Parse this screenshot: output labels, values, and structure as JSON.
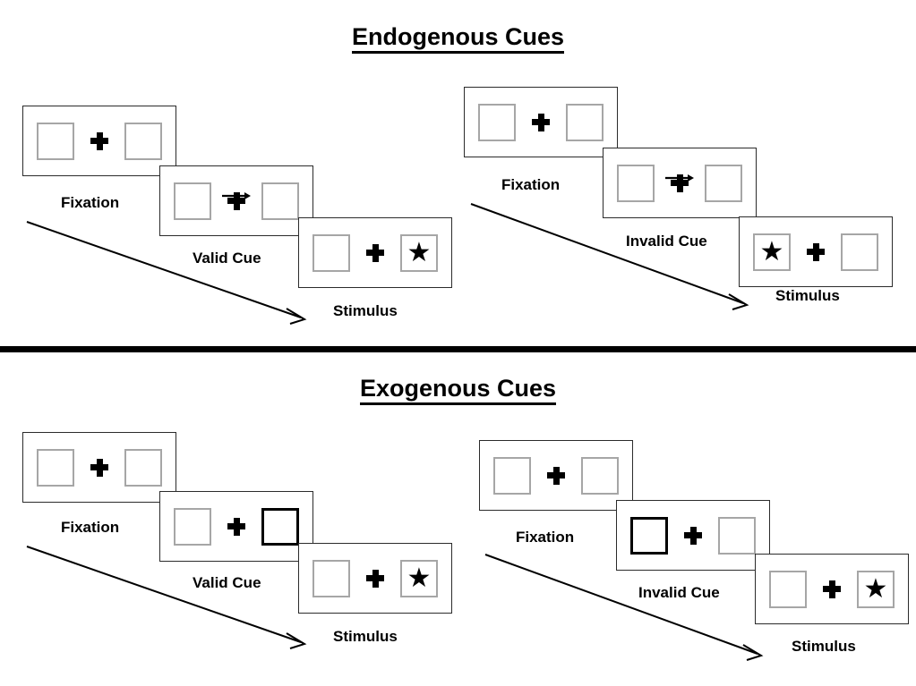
{
  "figure": {
    "type": "diagram",
    "description": "Spatial cueing paradigm trial sequences for endogenous and exogenous cues"
  },
  "sections": [
    {
      "id": "endogenous",
      "title": "Endogenous Cues",
      "cue_type": "central arrow cue",
      "conditions": [
        {
          "id": "endogenous-valid",
          "panels": [
            {
              "id": "fixation",
              "caption": "Fixation",
              "left_box": "empty",
              "right_box": "empty",
              "center": "fixation-cross",
              "cue": "none"
            },
            {
              "id": "cue",
              "caption": "Valid Cue",
              "left_box": "empty",
              "right_box": "empty",
              "center": "fixation-cross",
              "cue": "arrow-right"
            },
            {
              "id": "stimulus",
              "caption": "Stimulus",
              "left_box": "empty",
              "right_box": "star",
              "center": "fixation-cross",
              "cue": "none"
            }
          ]
        },
        {
          "id": "endogenous-invalid",
          "panels": [
            {
              "id": "fixation",
              "caption": "Fixation",
              "left_box": "empty",
              "right_box": "empty",
              "center": "fixation-cross",
              "cue": "none"
            },
            {
              "id": "cue",
              "caption": "Invalid Cue",
              "left_box": "empty",
              "right_box": "empty",
              "center": "fixation-cross",
              "cue": "arrow-right"
            },
            {
              "id": "stimulus",
              "caption": "Stimulus",
              "left_box": "star",
              "right_box": "empty",
              "center": "fixation-cross",
              "cue": "none"
            }
          ]
        }
      ]
    },
    {
      "id": "exogenous",
      "title": "Exogenous Cues",
      "cue_type": "peripheral box brightening",
      "conditions": [
        {
          "id": "exogenous-valid",
          "panels": [
            {
              "id": "fixation",
              "caption": "Fixation",
              "left_box": "empty",
              "right_box": "empty",
              "center": "fixation-cross",
              "cue": "none"
            },
            {
              "id": "cue",
              "caption": "Valid Cue",
              "left_box": "empty",
              "right_box": "cued",
              "center": "fixation-cross",
              "cue": "box-highlight-right"
            },
            {
              "id": "stimulus",
              "caption": "Stimulus",
              "left_box": "empty",
              "right_box": "star",
              "center": "fixation-cross",
              "cue": "none"
            }
          ]
        },
        {
          "id": "exogenous-invalid",
          "panels": [
            {
              "id": "fixation",
              "caption": "Fixation",
              "left_box": "empty",
              "right_box": "empty",
              "center": "fixation-cross",
              "cue": "none"
            },
            {
              "id": "cue",
              "caption": "Invalid Cue",
              "left_box": "cued",
              "right_box": "empty",
              "center": "fixation-cross",
              "cue": "box-highlight-left"
            },
            {
              "id": "stimulus",
              "caption": "Stimulus",
              "left_box": "empty",
              "right_box": "star",
              "center": "fixation-cross",
              "cue": "none"
            }
          ]
        }
      ]
    }
  ],
  "glyphs": {
    "star": "★"
  },
  "colors": {
    "frame_border": "#2b2b2b",
    "box_border": "#a6a6a6",
    "cued_box_border": "#000000",
    "text": "#000000",
    "divider": "#000000",
    "background": "#ffffff"
  },
  "time_arrows": [
    {
      "id": "endogenous-valid-time-arrow",
      "label": "time flow"
    },
    {
      "id": "endogenous-invalid-time-arrow",
      "label": "time flow"
    },
    {
      "id": "exogenous-valid-time-arrow",
      "label": "time flow"
    },
    {
      "id": "exogenous-invalid-time-arrow",
      "label": "time flow"
    }
  ]
}
